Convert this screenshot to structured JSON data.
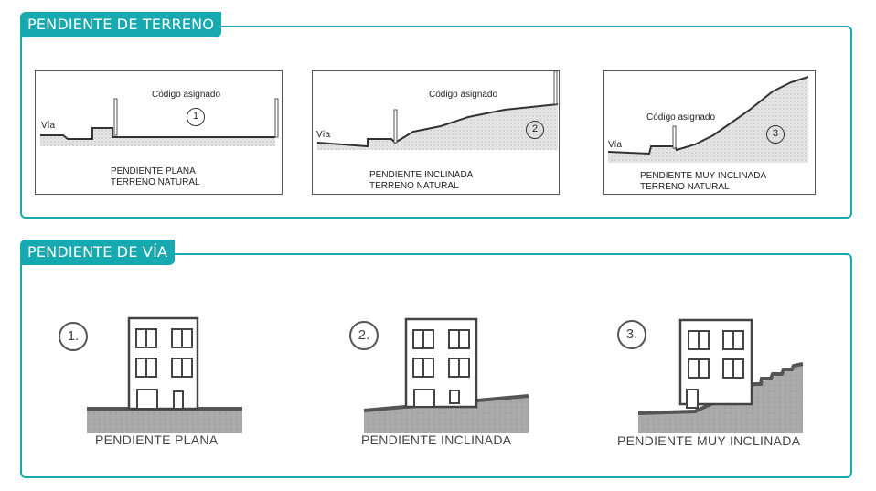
{
  "sections": {
    "terrain_title": "PENDIENTE DE TERRENO",
    "road_title": "PENDIENTE DE VÍA"
  },
  "terrain_cards": [
    {
      "number": "1",
      "road_label": "Vía",
      "code_label": "Código asignado",
      "caption_line1": "PENDIENTE PLANA",
      "caption_line2": "TERRENO NATURAL"
    },
    {
      "number": "2",
      "road_label": "Vía",
      "code_label": "Código asignado",
      "caption_line1": "PENDIENTE INCLINADA",
      "caption_line2": "TERRENO NATURAL"
    },
    {
      "number": "3",
      "road_label": "Vía",
      "code_label": "Código asignado",
      "caption_line1": "PENDIENTE MUY INCLINADA",
      "caption_line2": "TERRENO NATURAL"
    }
  ],
  "road_items": [
    {
      "number": "1.",
      "label": "PENDIENTE PLANA"
    },
    {
      "number": "2.",
      "label": "PENDIENTE INCLINADA"
    },
    {
      "number": "3.",
      "label": "PENDIENTE MUY INCLINADA"
    }
  ],
  "colors": {
    "accent": "#16a9b0",
    "ground": "#a9a9a9",
    "line": "#444444"
  }
}
